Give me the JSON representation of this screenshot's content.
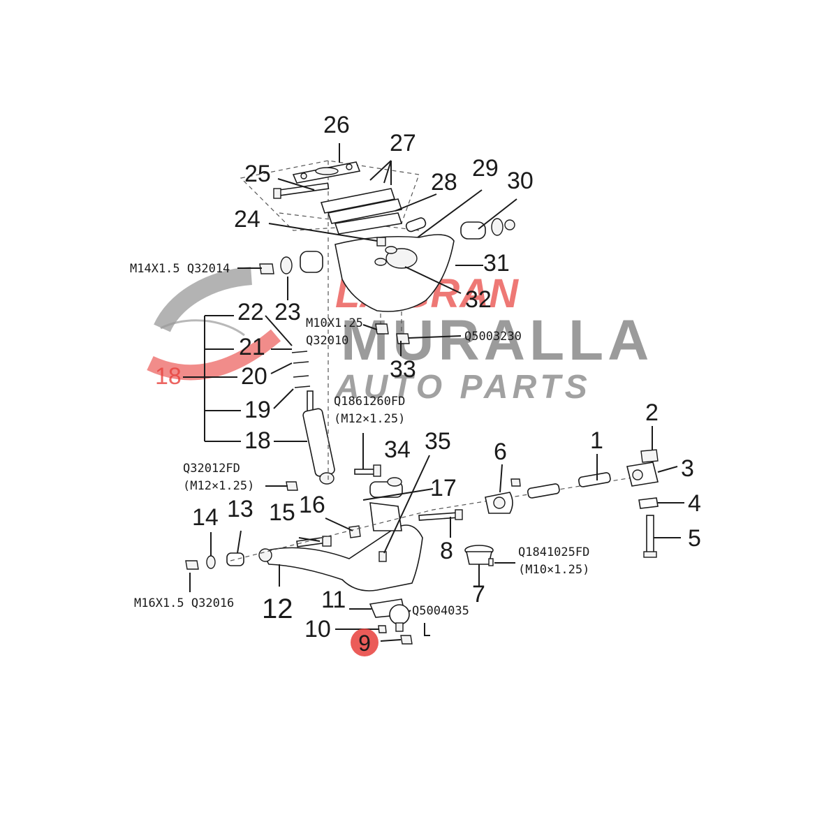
{
  "diagram": {
    "callouts": {
      "n1": "1",
      "n2": "2",
      "n3": "3",
      "n4": "4",
      "n5": "5",
      "n6": "6",
      "n7": "7",
      "n8": "8",
      "n9": "9",
      "n10": "10",
      "n11": "11",
      "n12": "12",
      "n13": "13",
      "n14": "14",
      "n15": "15",
      "n16": "16",
      "n17": "17",
      "n18a": "18",
      "n18b": "18",
      "n19": "19",
      "n20": "20",
      "n21": "21",
      "n22": "22",
      "n23": "23",
      "n24": "24",
      "n25": "25",
      "n26": "26",
      "n27": "27",
      "n28": "28",
      "n29": "29",
      "n30": "30",
      "n31": "31",
      "n32": "32",
      "n33": "33",
      "n34": "34",
      "n35": "35"
    },
    "fastener_codes": {
      "m14": "M14X1.5 Q32014",
      "m10_size": "M10X1.25",
      "m10_code": "Q32010",
      "q5003230": "Q5003230",
      "q1861260": "Q1861260FD",
      "q1861260_size": "(M12×1.25)",
      "q32012": "Q32012FD",
      "q32012_size": "(M12×1.25)",
      "q1841025": "Q1841025FD",
      "q1841025_size": "(M10×1.25)",
      "m16": "M16X1.5 Q32016",
      "q5004035": "Q5004035"
    },
    "highlight": {
      "number": "9",
      "color": "#e8403c"
    }
  },
  "watermark": {
    "line1": "LA GRAN",
    "line2": "MURALLA",
    "line3": "AUTO PARTS",
    "colors": {
      "grey": "#8a8a8a",
      "red": "#e8403c"
    }
  }
}
